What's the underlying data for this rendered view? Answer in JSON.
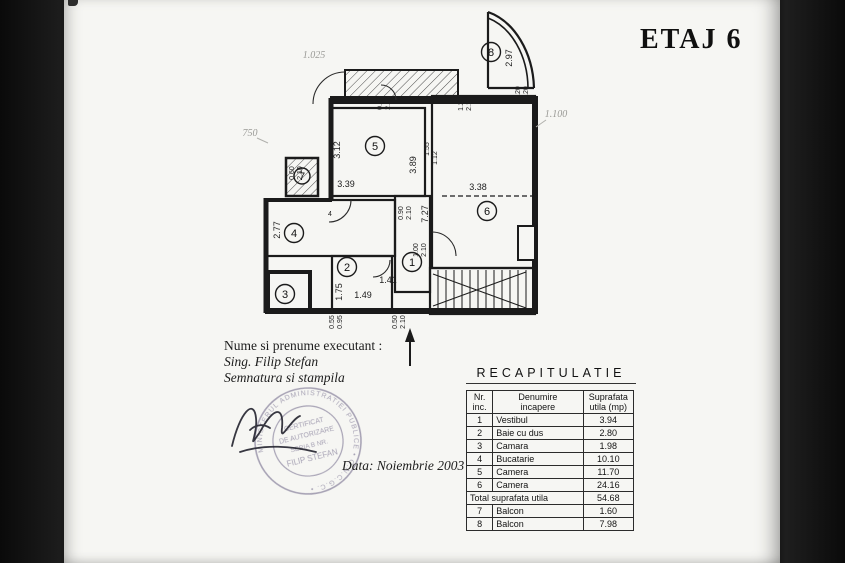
{
  "page": {
    "title": "ETAJ 6"
  },
  "executor": {
    "line1": "Nume si prenume executant :",
    "line2": "Sing. Filip Stefan",
    "line3": "Semnatura si stampila",
    "date": "Data: Noiembrie 2003"
  },
  "stamp": {
    "ring_text": "MINISTERUL ADMINISTRATIEI PUBLICE • O.N.C.G.C. •",
    "center_lines": [
      "CERTIFICAT",
      "DE AUTORIZARE",
      "SERIA B NR.",
      "FILIP STEFAN"
    ]
  },
  "table": {
    "title": "RECAPITULATIE",
    "headers": [
      {
        "l1": "Nr.",
        "l2": "inc."
      },
      {
        "l1": "Denumire",
        "l2": "incapere"
      },
      {
        "l1": "Suprafata",
        "l2": "utila (mp)"
      }
    ],
    "rows": [
      {
        "nr": "1",
        "name": "Vestibul",
        "area": "3.94"
      },
      {
        "nr": "2",
        "name": "Baie cu dus",
        "area": "2.80"
      },
      {
        "nr": "3",
        "name": "Camara",
        "area": "1.98"
      },
      {
        "nr": "4",
        "name": "Bucatarie",
        "area": "10.10"
      },
      {
        "nr": "5",
        "name": "Camera",
        "area": "11.70"
      },
      {
        "nr": "6",
        "name": "Camera",
        "area": "24.16"
      }
    ],
    "total": {
      "label": "Total suprafata utila",
      "area": "54.68"
    },
    "extra": [
      {
        "nr": "7",
        "name": "Balcon",
        "area": "1.60"
      },
      {
        "nr": "8",
        "name": "Balcon",
        "area": "7.98"
      }
    ]
  },
  "plan": {
    "rooms": [
      "1",
      "2",
      "3",
      "4",
      "5",
      "6",
      "7",
      "8"
    ],
    "dims": [
      "1.025",
      "2.97",
      "0.90",
      "2.10",
      "1.20",
      "2.10",
      "1.20",
      "1.20",
      "1.100",
      "750",
      "3.12",
      "3.39",
      "3.89",
      "1.55",
      "1.12",
      "3.38",
      "7.27",
      "2.77",
      "0.60",
      "2.10",
      "1.00",
      "2.10",
      "0.90",
      "2.10",
      "1.75",
      "1.49",
      "1.41",
      "0.50",
      "2.10",
      "0.55",
      "0.95",
      "4"
    ]
  }
}
